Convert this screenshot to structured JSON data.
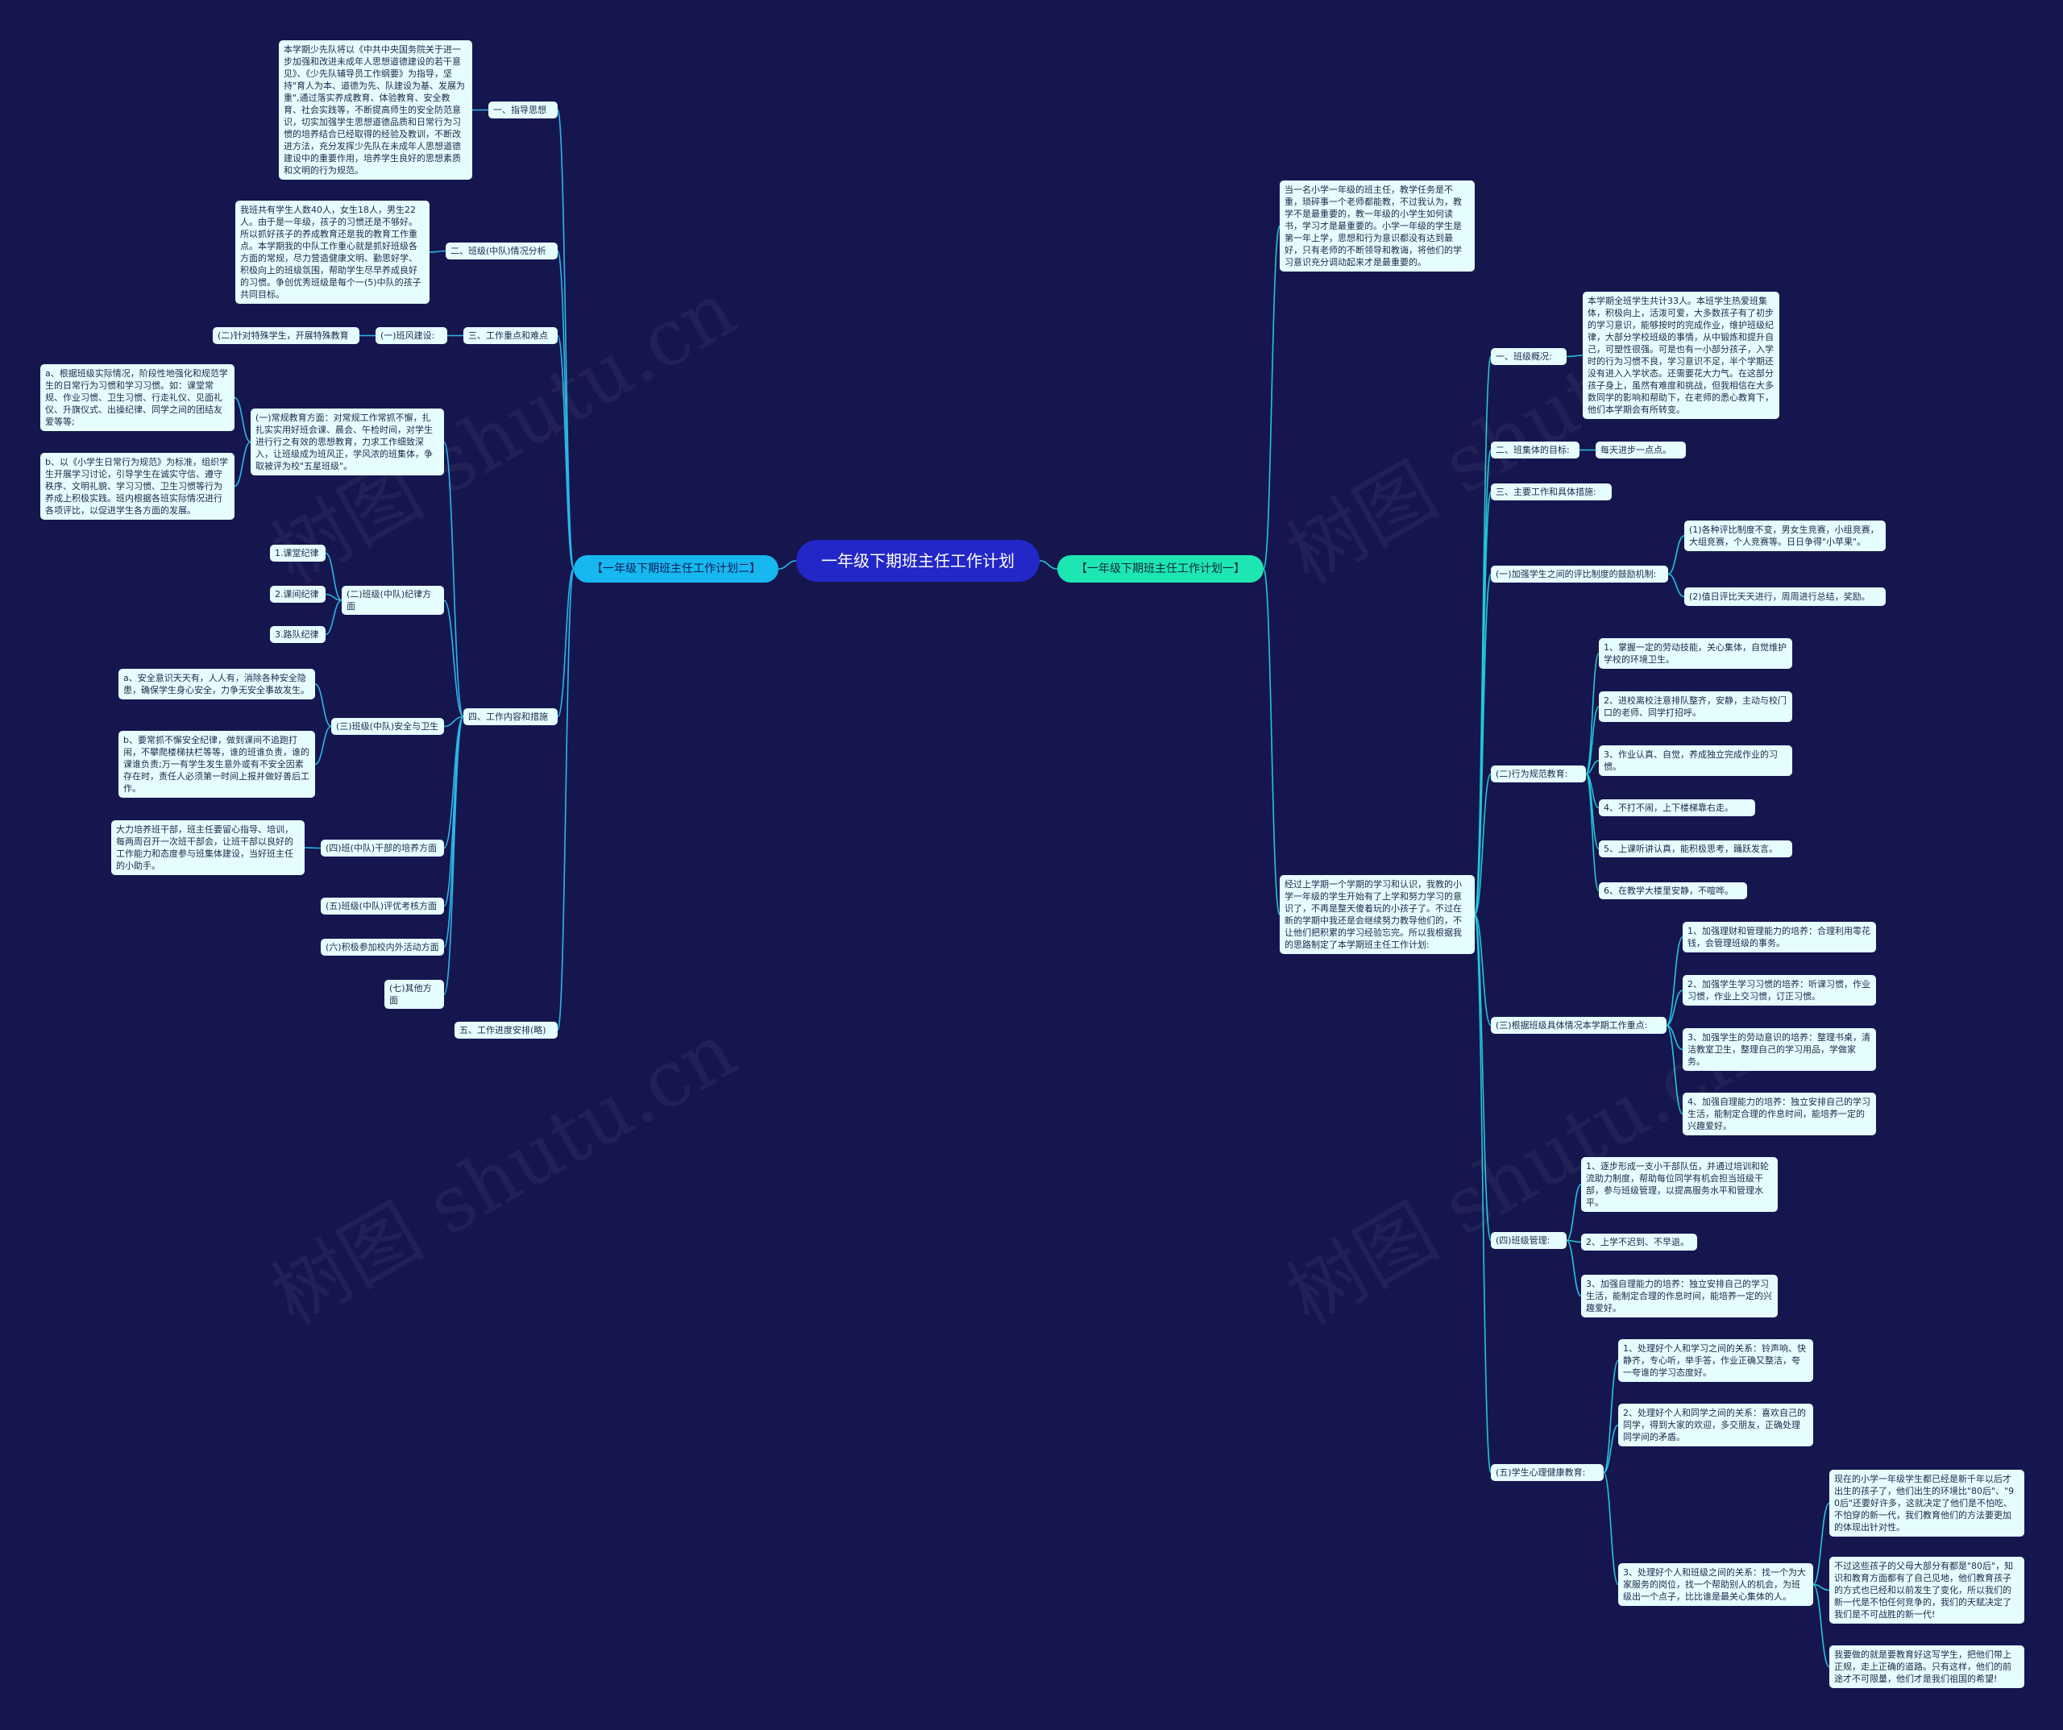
{
  "watermark": "树图 shutu.cn",
  "root": "一年级下期班主任工作计划",
  "left_branch": "【一年级下期班主任工作计划二】",
  "right_branch": "【一年级下期班主任工作计划一】",
  "left": {
    "s1_title": "一、指导思想",
    "s1_text": "本学期少先队将以《中共中央国务院关于进一步加强和改进未成年人思想道德建设的若干意见》、《少先队辅导员工作纲要》为指导，坚持\"育人为本、道德为先、队建设为基、发展为重\",通过落实养成教育、体验教育、安全教育、社会实践等，不断提高师生的安全防范意识，切实加强学生思想道德品质和日常行为习惯的培养结合已经取得的经验及教训，不断改进方法，充分发挥少先队在未成年人思想道德建设中的重要作用，培养学生良好的思想素质和文明的行为规范。",
    "s2_title": "二、班级(中队)情况分析",
    "s2_text": "我班共有学生人数40人，女生18人，男生22人。由于是一年级，孩子的习惯还是不够好。所以抓好孩子的养成教育还是我的教育工作重点。本学期我的中队工作重心就是抓好班级各方面的常规，尽力营造健康文明、勤思好学、积极向上的班级氛围，帮助学生尽早养成良好的习惯。争创优秀班级是每个一(5)中队的孩子共同目标。",
    "s3_title": "三、工作重点和难点",
    "s3_sub": "(一)班风建设:",
    "s3_sub2": "(二)针对特殊学生，开展特殊教育",
    "s4_title": "四、工作内容和措施",
    "s4_1": "(一)常规教育方面：对常规工作常抓不懈，扎扎实实用好班会课、晨会、午检时间，对学生进行行之有效的思想教育，力求工作细致深入，让班级成为班风正，学风浓的班集体，争取被评为校\"五星班级\"。",
    "s4_1a": "a、根据班级实际情况，阶段性地强化和规范学生的日常行为习惯和学习习惯。如：课堂常规、作业习惯、卫生习惯、行走礼仪、见面礼仪、升旗仪式、出操纪律、同学之间的团结友爱等等;",
    "s4_1b": "b、以《小学生日常行为规范》为标准，组织学生开展学习讨论，引导学生在诚实守信、遵守秩序、文明礼貌、学习习惯、卫生习惯等行为养成上积极实践。班内根据各班实际情况进行各项评比，以促进学生各方面的发展。",
    "s4_2": "(二)班级(中队)纪律方面",
    "s4_2a": "1.课堂纪律",
    "s4_2b": "2.课间纪律",
    "s4_2c": "3.路队纪律",
    "s4_3": "(三)班级(中队)安全与卫生",
    "s4_3a": "a、安全意识天天有，人人有，消除各种安全隐患，确保学生身心安全，力争无安全事故发生。",
    "s4_3b": "b、要常抓不懈安全纪律，做到课间不追跑打闹，不攀爬楼梯扶栏等等，谁的班谁负责，谁的课谁负责;万一有学生发生意外或有不安全因素存在时，责任人必须第一时间上报并做好善后工作。",
    "s4_4": "(四)班(中队)干部的培养方面",
    "s4_4a": "大力培养班干部，班主任要留心指导、培训，每两周召开一次班干部会，让班干部以良好的工作能力和态度参与班集体建设，当好班主任的小助手。",
    "s4_5": "(五)班级(中队)评优考核方面",
    "s4_6": "(六)积极参加校内外活动方面",
    "s4_7": "(七)其他方面",
    "s5_title": "五、工作进度安排(略)"
  },
  "right": {
    "intro1": "当一名小学一年级的班主任，教学任务是不重，琐碎事一个老师都能教，不过我认为，教学不是最重要的，教一年级的小学生如何读书，学习才是最重要的。小学一年级的学生是第一年上学，思想和行为意识都没有达到最好，只有老师的不断领导和教诲，将他们的学习意识充分调动起来才是最重要的。",
    "intro2": "经过上学期一个学期的学习和认识，我教的小学一年级的学生开始有了上学和努力学习的意识了，不再是整天傻着玩的小孩子了。不过在新的学期中我还是会继续努力教导他们的，不让他们把积累的学习经验忘完。所以我根据我的思路制定了本学期班主任工作计划:",
    "p1_title": "一、班级概况:",
    "p1_text": "本学期全班学生共计33人。本班学生热爱班集体，积极向上，活泼可爱，大多数孩子有了初步的学习意识，能够按时的完成作业，维护班级纪律，大部分学校班级的事情，从中锻炼和提升自己，可塑性很强。可是也有一小部分孩子，入学时的行为习惯不良，学习意识不足，半个学期还没有进入入学状态。还需要花大力气。在这部分孩子身上，虽然有难度和挑战，但我相信在大多数同学的影响和帮助下，在老师的悉心教育下，他们本学期会有所转变。",
    "p2_title": "二、班集体的目标:",
    "p2_text": "每天进步一点点。",
    "p3_title": "三、主要工作和具体措施:",
    "q1_title": "(一)加强学生之间的评比制度的鼓励机制:",
    "q1_a": "(1)各种评比制度不变，男女生竞赛，小组竞赛，大组竞赛，个人竞赛等。日日争得\"小苹果\"。",
    "q1_b": "(2)值日评比天天进行，周周进行总结，奖励。",
    "q2_title": "(二)行为规范教育:",
    "q2_1": "1、掌握一定的劳动技能，关心集体，自觉维护学校的环境卫生。",
    "q2_2": "2、进校离校注意排队整齐，安静，主动与校门口的老师、同学打招呼。",
    "q2_3": "3、作业认真、自觉，养成独立完成作业的习惯。",
    "q2_4": "4、不打不闹，上下楼梯靠右走。",
    "q2_5": "5、上课听讲认真，能积极思考，踊跃发言。",
    "q2_6": "6、在教学大楼里安静，不喧哗。",
    "q3_title": "(三)根据班级具体情况本学期工作重点:",
    "q3_1": "1、加强理财和管理能力的培养：合理利用零花钱，会管理班级的事务。",
    "q3_2": "2、加强学生学习习惯的培养：听课习惯，作业习惯，作业上交习惯，订正习惯。",
    "q3_3": "3、加强学生的劳动意识的培养：整理书桌，清洁教室卫生，整理自己的学习用品，学做家务。",
    "q3_4": "4、加强自理能力的培养：独立安排自己的学习生活，能制定合理的作息时间，能培养一定的兴趣爱好。",
    "q4_title": "(四)班级管理:",
    "q4_1": "1、逐步形成一支小干部队伍，并通过培训和轮流助力制度，帮助每位同学有机会担当班级干部，参与班级管理，以提高服务水平和管理水平。",
    "q4_2": "2、上学不迟到、不早退。",
    "q4_3": "3、加强自理能力的培养：独立安排自己的学习生活，能制定合理的作息时间，能培养一定的兴趣爱好。",
    "q5_title": "(五)学生心理健康教育:",
    "q5_1": "1、处理好个人和学习之间的关系：铃声响、快静齐，专心听，举手答，作业正确又整洁，夸一夸谁的学习态度好。",
    "q5_2": "2、处理好个人和同学之间的关系：喜欢自己的同学，得到大家的欢迎，多交朋友，正确处理同学间的矛盾。",
    "q5_3": "3、处理好个人和班级之间的关系：找一个为大家服务的岗位，找一个帮助别人的机会，为班级出一个点子，比比谁是最关心集体的人。",
    "q5_3a": "现在的小学一年级学生都已经是新千年以后才出生的孩子了，他们出生的环境比\"80后\"、\"90后\"还要好许多，这就决定了他们是不怕吃、不怕穿的新一代，我们教育他们的方法要更加的体现出针对性。",
    "q5_3b": "不过这些孩子的父母大部分有都是\"80后\"，知识和教育方面都有了自己见地，他们教育孩子的方式也已经和以前发生了变化，所以我们的新一代是不怕任何竞争的，我们的天赋决定了我们是不可战胜的新一代!",
    "q5_3c": "我要做的就是要教育好这写学生，把他们带上正规，走上正确的道路。只有这样，他们的前途才不可限量，他们才是我们祖国的希望!"
  }
}
